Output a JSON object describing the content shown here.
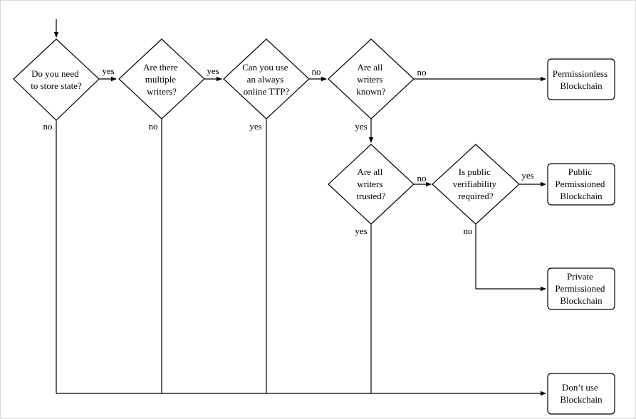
{
  "diagram": {
    "decisions": {
      "store_state": [
        "Do you need",
        "to store state?"
      ],
      "multiple_writers": [
        "Are there",
        "multiple",
        "writers?"
      ],
      "online_ttp": [
        "Can you use",
        "an always",
        "online TTP?"
      ],
      "writers_known": [
        "Are all",
        "writers",
        "known?"
      ],
      "writers_trusted": [
        "Are all",
        "writers",
        "trusted?"
      ],
      "public_verifiability": [
        "Is public",
        "verifiability",
        "required?"
      ]
    },
    "outcomes": {
      "permissionless": [
        "Permissionless",
        "Blockchain"
      ],
      "public_permissioned": [
        "Public",
        "Permissioned",
        "Blockchain"
      ],
      "private_permissioned": [
        "Private",
        "Permissioned",
        "Blockchain"
      ],
      "no_blockchain": [
        "Don’t use",
        "Blockchain"
      ]
    },
    "edge_labels": {
      "store_state_no": "no",
      "store_state_yes": "yes",
      "multiple_writers_no": "no",
      "multiple_writers_yes": "yes",
      "online_ttp_yes": "yes",
      "online_ttp_no": "no",
      "writers_known_no": "no",
      "writers_known_yes": "yes",
      "writers_trusted_yes": "yes",
      "writers_trusted_no": "no",
      "public_verifiability_yes": "yes",
      "public_verifiability_no": "no"
    }
  }
}
